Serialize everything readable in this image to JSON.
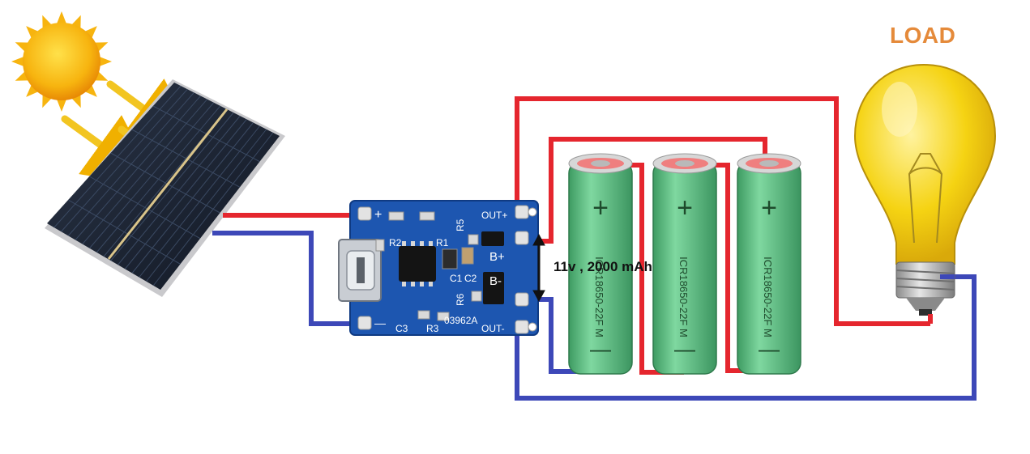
{
  "load_label": "LOAD",
  "battery_spec": "11v , 2000 mAh",
  "module": {
    "labels": {
      "out_plus": "OUT+",
      "out_minus": "OUT-",
      "b_plus": "B+",
      "b_minus": "B-",
      "in_plus": "+",
      "in_minus": "—",
      "r2": "R2",
      "r1": "R1",
      "r5": "R5",
      "r6": "R6",
      "r3": "R3",
      "c1": "C1",
      "c2": "C2",
      "c3": "C3",
      "code": "03962A"
    }
  },
  "batteries": [
    {
      "plus": "+",
      "minus": "—",
      "text": "ICR18650-22F M"
    },
    {
      "plus": "+",
      "minus": "—",
      "text": "ICR18650-22F M"
    },
    {
      "plus": "+",
      "minus": "—",
      "text": "ICR18650-22F M"
    }
  ],
  "colors": {
    "wire_positive": "#e5262e",
    "wire_negative": "#3d48b8",
    "load_label": "#e58a3a",
    "pcb": "#1d56b0",
    "battery": "#5bbf7f",
    "bulb": "#f5d313",
    "sun": "#f7b40f"
  },
  "icons": [
    "sun-icon",
    "sunlight-arrow-icon",
    "solar-panel-icon",
    "light-bulb-icon",
    "double-arrow-icon"
  ]
}
